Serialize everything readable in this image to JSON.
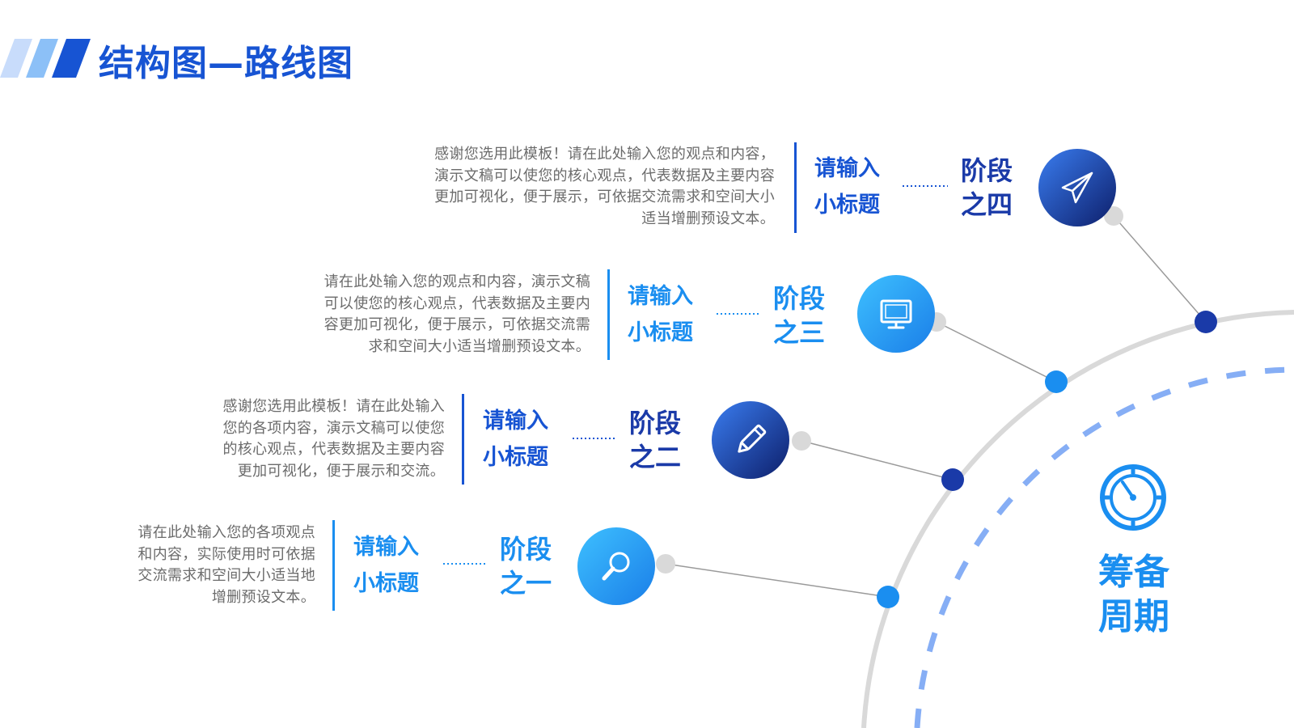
{
  "title": "结构图—路线图",
  "stages": [
    {
      "desc": [
        "感谢您选用此模板！请在此处输入您的观点和内容，",
        "演示文稿可以使您的核心观点，代表数据及主要内容",
        "更加可视化，便于展示，可依据交流需求和空间大小",
        "适当增删预设文本。"
      ],
      "subtitle": [
        "请输入",
        "小标题"
      ],
      "phase": [
        "阶段",
        "之四"
      ],
      "icon": "paper-plane-icon",
      "style": "dark"
    },
    {
      "desc": [
        "请在此处输入您的观点和内容，演示文稿",
        "可以使您的核心观点，代表数据及主要内",
        "容更加可视化，便于展示，可依据交流需",
        "求和空间大小适当增删预设文本。"
      ],
      "subtitle": [
        "请输入",
        "小标题"
      ],
      "phase": [
        "阶段",
        "之三"
      ],
      "icon": "monitor-icon",
      "style": "light"
    },
    {
      "desc": [
        "感谢您选用此模板！请在此处输入",
        "您的各项内容，演示文稿可以使您",
        "的核心观点，代表数据及主要内容",
        "更加可视化，便于展示和交流。"
      ],
      "subtitle": [
        "请输入",
        "小标题"
      ],
      "phase": [
        "阶段",
        "之二"
      ],
      "icon": "pencil-icon",
      "style": "dark"
    },
    {
      "desc": [
        "请在此处输入您的各项观点",
        "和内容，实际使用时可依据",
        "交流需求和空间大小适当地",
        "增删预设文本。"
      ],
      "subtitle": [
        "请输入",
        "小标题"
      ],
      "phase": [
        "阶段",
        "之一"
      ],
      "icon": "magnifier-icon",
      "style": "light"
    }
  ],
  "prep": {
    "label": [
      "筹备",
      "周期"
    ],
    "icon": "stopwatch-icon"
  },
  "colors": {
    "primary": "#1754d3",
    "light_blue": "#1a8ef0",
    "dark_navy": "#0d1e6a",
    "dash_arc": "#86aef5",
    "gray_arc": "#d9d9d9",
    "text_gray": "#6b6b6b"
  }
}
